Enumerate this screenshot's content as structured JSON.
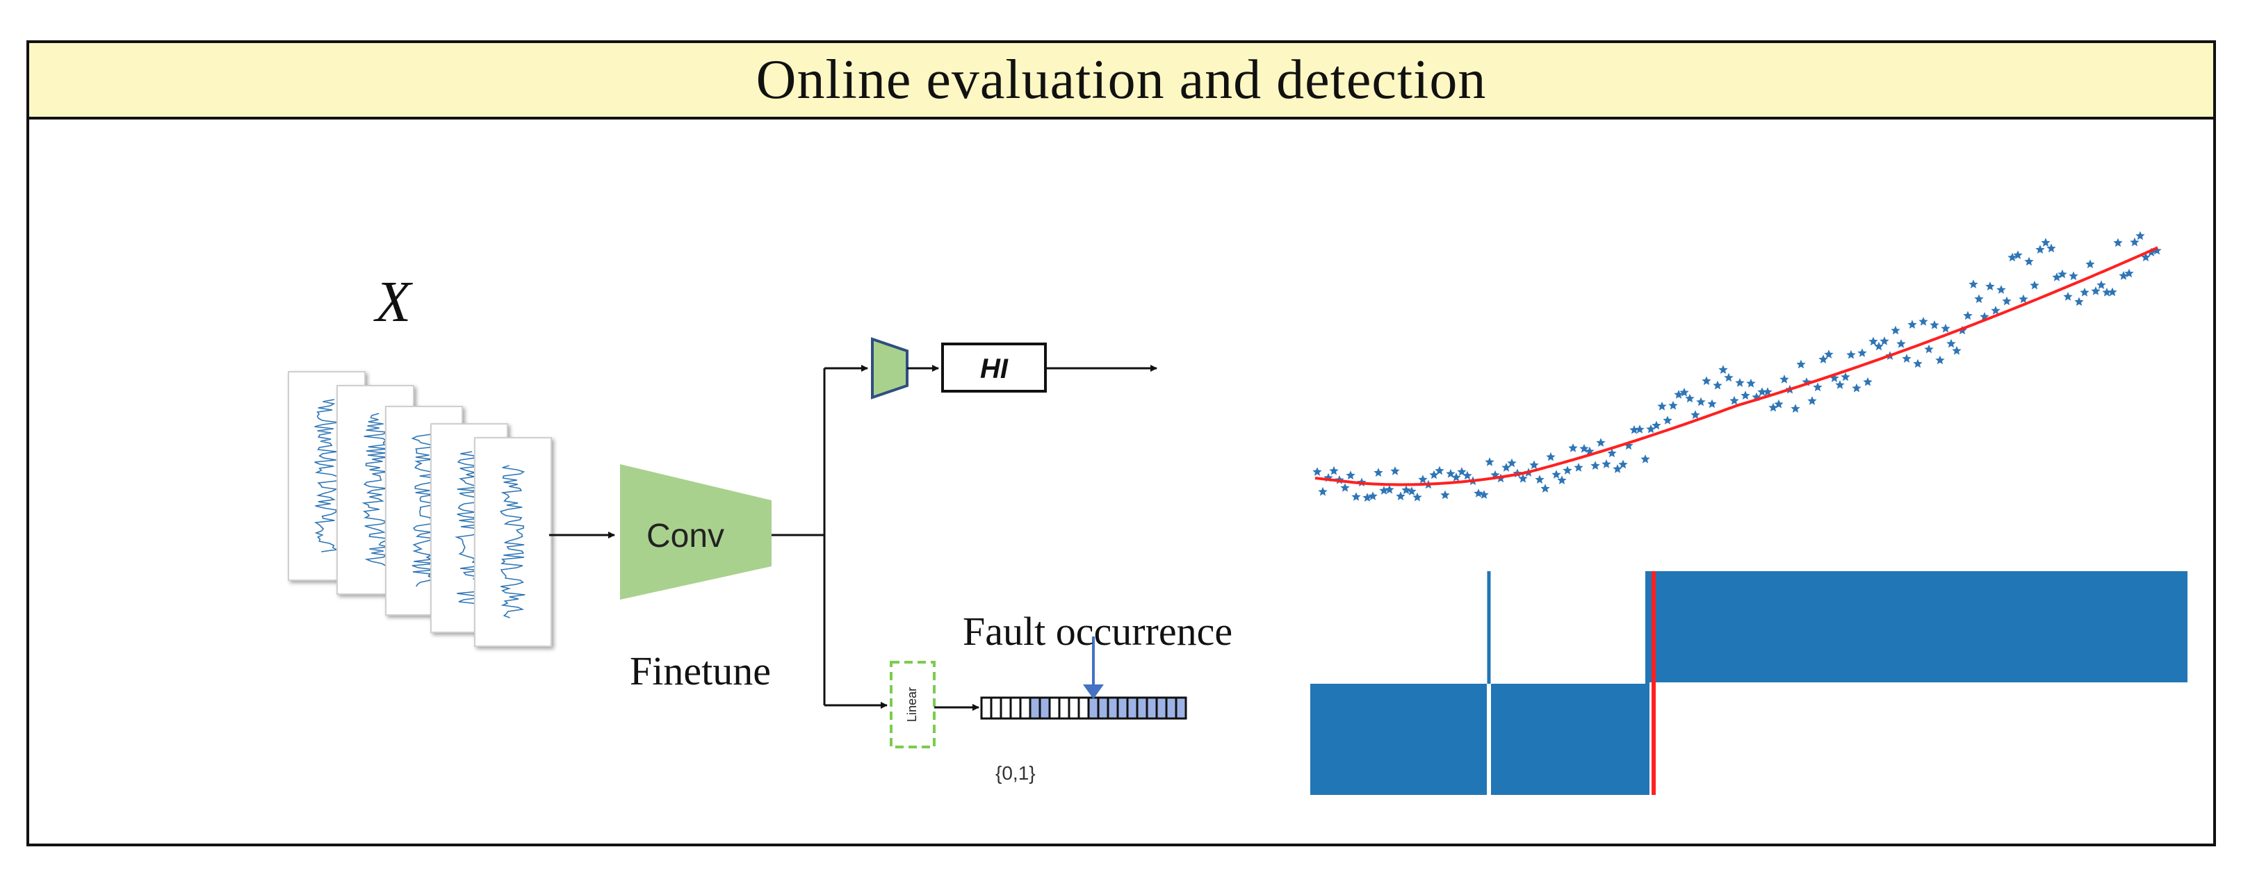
{
  "title": "Online evaluation and detection",
  "input_label": "X",
  "encoder_label": "Conv",
  "head_label": "HI",
  "linear_label": "Linear",
  "finetune_label": "Finetune",
  "fault_label": "Fault occurrence",
  "binary_label": "{0,1}",
  "colors": {
    "title_band": "#fdf7c3",
    "encoder": "#a9d18e",
    "signal": "#2e75b6",
    "points": "#2e75b6",
    "fit": "#ff2020",
    "blocks": "#2176b5",
    "cells_filled": "#9db3e6",
    "linear_border": "#7ccc4c"
  },
  "icons": [
    "arrow-right-icon",
    "arrow-down-icon",
    "trapezoid-head-icon"
  ]
}
